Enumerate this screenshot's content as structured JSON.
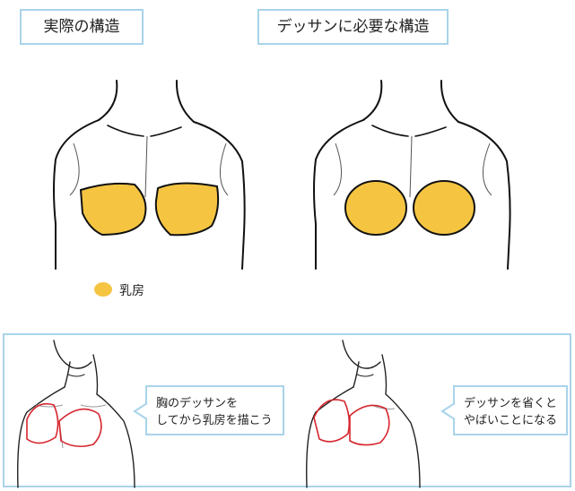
{
  "top": {
    "left_title": "実際の構造",
    "right_title": "デッサンに必要な構造",
    "legend_label": "乳房"
  },
  "bottom": {
    "left_note": [
      "胸のデッサンを",
      "してから乳房を描こう"
    ],
    "right_note": [
      "デッサンを省くと",
      "やばいことになる"
    ]
  },
  "colors": {
    "breast_fill": "#f5c542",
    "accent_border": "#a9d4ea",
    "red_line": "#d6262e"
  }
}
